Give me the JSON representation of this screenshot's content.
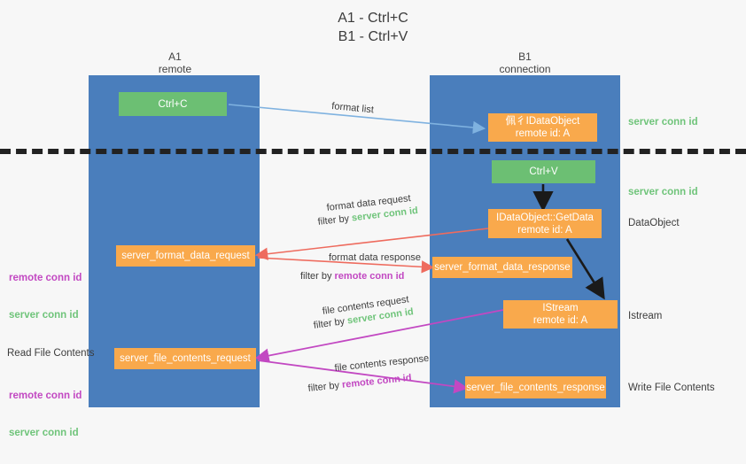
{
  "title": "A1 - Ctrl+C\nB1 - Ctrl+V",
  "lanes": [
    {
      "name": "A1",
      "sub": "remote",
      "label": "A1\nremote"
    },
    {
      "name": "B1",
      "sub": "connection",
      "label": "B1\nconnection"
    }
  ],
  "boxes": {
    "ctrl_c": "Ctrl+C",
    "ctrl_v": "Ctrl+V",
    "idataobject": "佩彳IDataObject\nremote id: A",
    "getdata": "IDataObject::GetData\nremote id: A",
    "istream": "IStream\nremote id: A",
    "format_data_request": "server_format_data_request",
    "format_data_response": "server_format_data_response",
    "file_contents_request": "server_file_contents_request",
    "file_contents_response": "server_file_contents_response"
  },
  "right_labels": {
    "server_conn_id_1": "server conn id",
    "server_conn_id_2": "server conn id",
    "dataobject": "DataObject",
    "istream": "Istream",
    "write_file_contents": "Write File Contents"
  },
  "left_labels": {
    "remote_conn_id_1": "remote conn id",
    "server_conn_id_1": "server conn id",
    "read_file_contents": "Read File Contents",
    "remote_conn_id_2": "remote conn id",
    "server_conn_id_2": "server conn id"
  },
  "arrow_labels": {
    "format_list": "format list",
    "format_data_request": "format data request",
    "filter_by": "filter by ",
    "filter_server_conn_id": "server conn id",
    "filter_remote_conn_id": "remote conn id",
    "format_data_response": "format data response",
    "file_contents_request": "file contents request",
    "file_contents_response": "file contents response"
  },
  "colors": {
    "lane": "#4a7ebc",
    "orange": "#f9a94c",
    "green": "#6cbf73",
    "server_conn": "#6fc47a",
    "remote_conn": "#c248c2",
    "arrow_red": "#ee6b5e",
    "arrow_blue": "#7fb2e0",
    "arrow_magenta": "#c248c2",
    "arrow_dark": "#1a1a1a"
  }
}
